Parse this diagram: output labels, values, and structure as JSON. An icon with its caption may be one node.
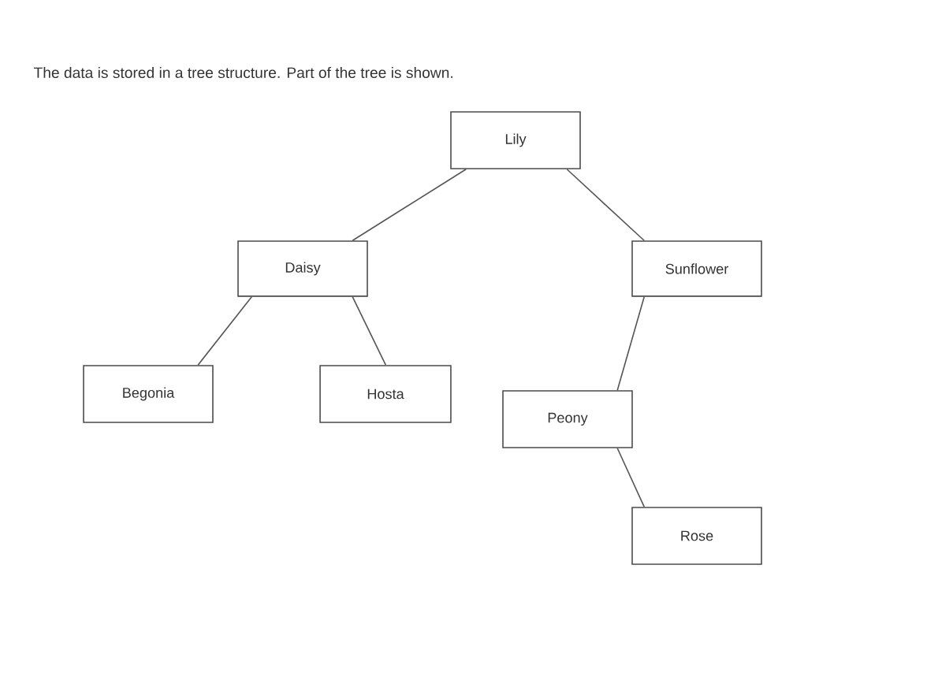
{
  "diagram": {
    "title": "The data is stored in a tree structure. Part of the tree is shown.",
    "nodes": [
      {
        "text": [
          "Lily"
        ]
      },
      {
        "text": [
          "Daisy"
        ]
      },
      {
        "text": [
          "Sunflower"
        ]
      },
      {
        "text": [
          "Begonia"
        ]
      },
      {
        "text": [
          "Hosta"
        ]
      },
      {
        "text": [
          "Peony"
        ]
      },
      {
        "text": [
          "Rose"
        ]
      }
    ],
    "edges": [
      {
        "from": 0,
        "to": 1,
        "arrow": "none"
      },
      {
        "from": 0,
        "to": 2,
        "arrow": "none"
      },
      {
        "from": 1,
        "to": 3,
        "arrow": "none"
      },
      {
        "from": 1,
        "to": 4,
        "arrow": "none"
      },
      {
        "from": 2,
        "to": 5,
        "arrow": "none"
      },
      {
        "from": 5,
        "to": 6,
        "arrow": "none"
      }
    ]
  }
}
